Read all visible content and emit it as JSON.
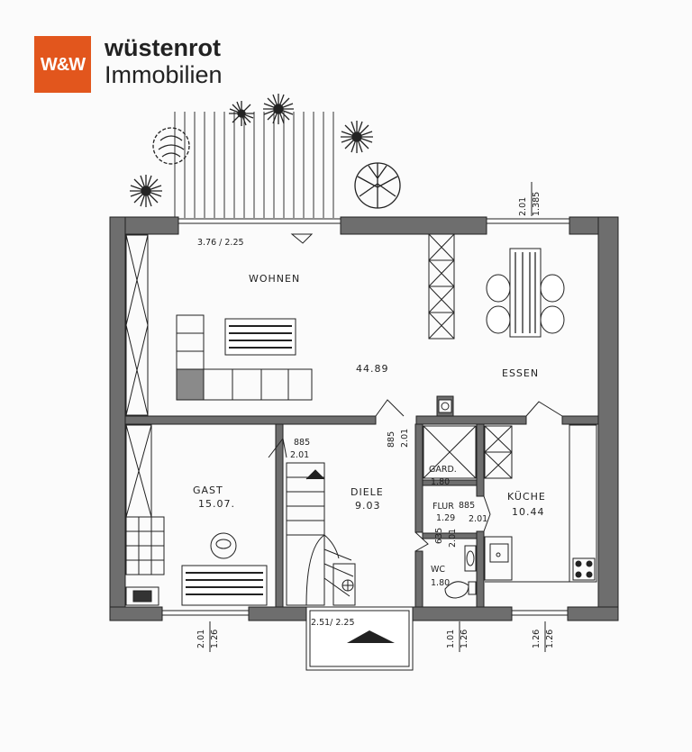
{
  "brand": {
    "logo_text": "W&W",
    "name_line1": "wüstenrot",
    "name_line2": "Immobilien",
    "logo_color": "#e2561d"
  },
  "rooms": {
    "wohnen": "WOHNEN",
    "wohnen_area": "44.89",
    "essen": "ESSEN",
    "gast": "GAST",
    "gast_area": "15.07.",
    "diele": "DIELE",
    "diele_area": "9.03",
    "gard": "GARD.",
    "gard_area": "1.80",
    "flur": "FLUR",
    "flur_area": "1.29",
    "kueche": "KÜCHE",
    "kueche_area": "10.44",
    "wc": "WC",
    "wc_area": "1.80"
  },
  "dimensions": {
    "terrace_window": "3.76 / 2.25",
    "entrance_window": "2.51/ 2.25",
    "top_right_w": "2.01",
    "top_right_h": "1.385",
    "gast_door_w": "885",
    "gast_door_h": "2.01",
    "diele_door_w": "885",
    "diele_door_h": "2.01",
    "flur_door_w": "885",
    "flur_door_h": "2.01",
    "wc_door_w": "635",
    "wc_door_h": "2.01",
    "gast_win_w": "2.01",
    "gast_win_h": "1.26",
    "wc_win_w": "1.01",
    "wc_win_h": "1.26",
    "kueche_win_w": "1.26",
    "kueche_win_h": "1.26"
  }
}
